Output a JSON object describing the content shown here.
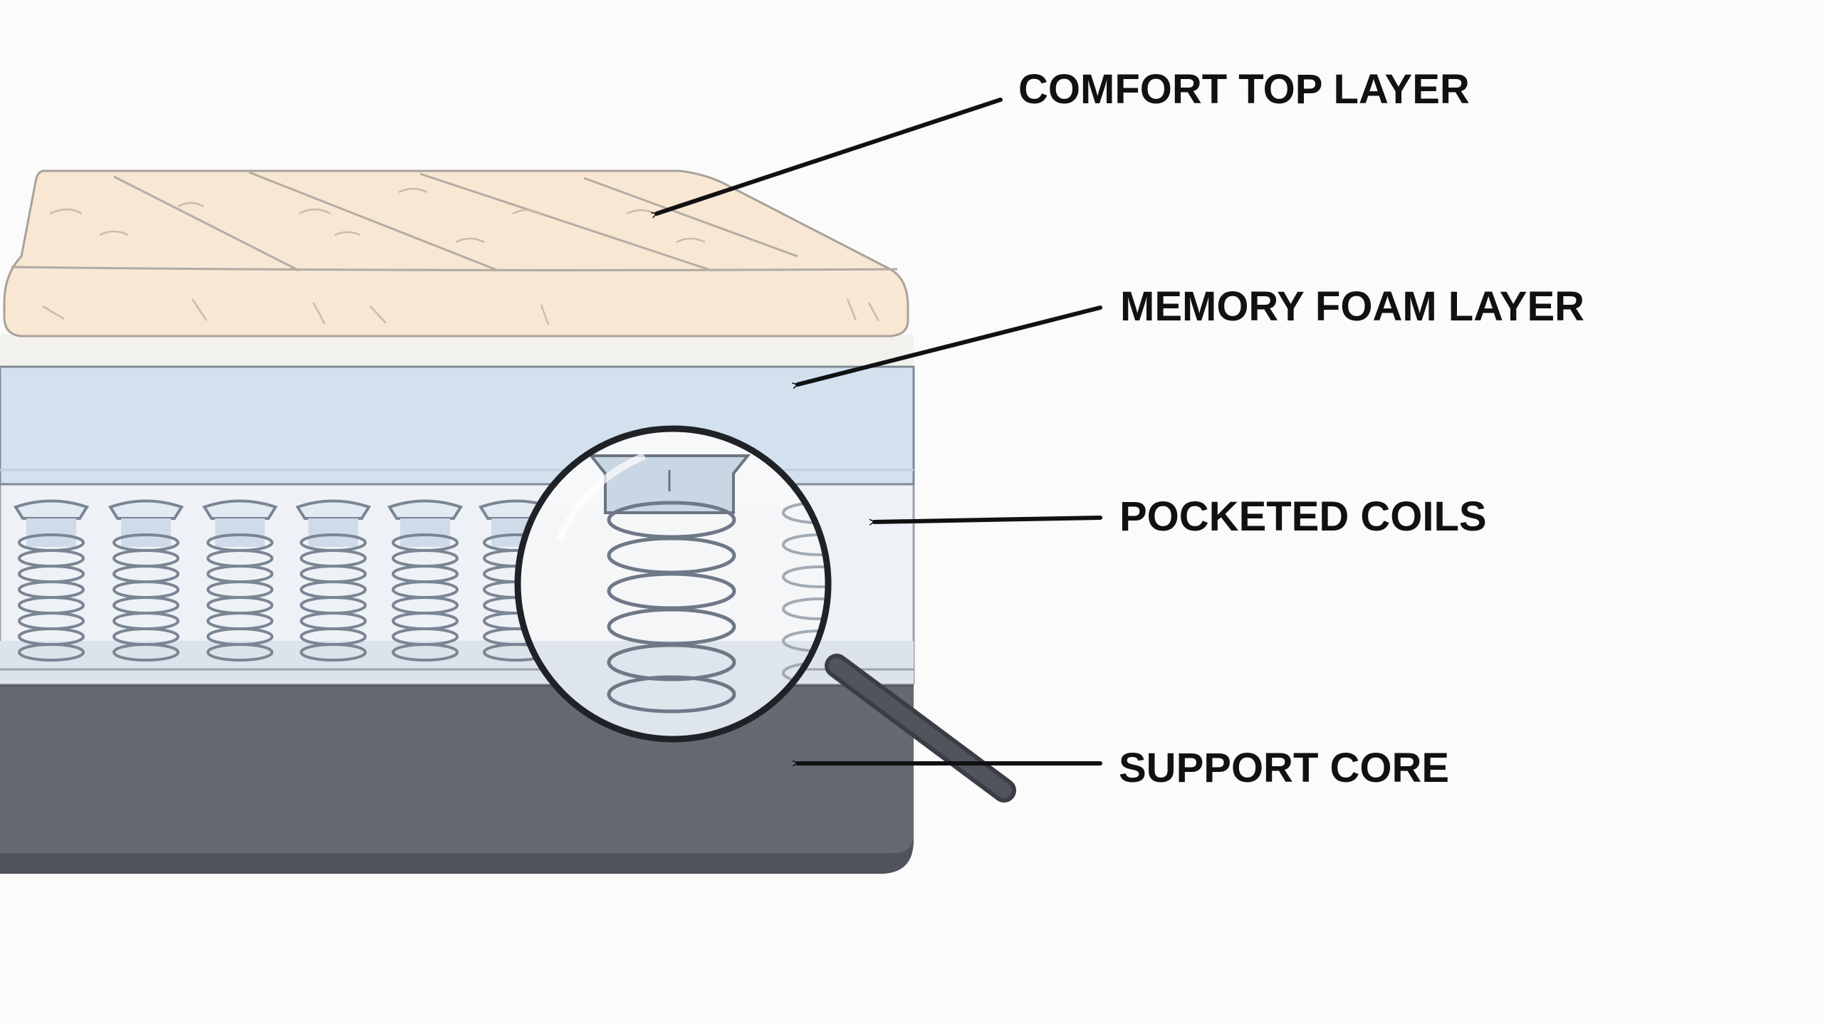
{
  "labels": {
    "comfort_top": "COMFORT TOP LAYER",
    "memory_foam": "MEMORY FOAM LAYER",
    "pocketed_coils": "POCKETED COILS",
    "support_core": "SUPPORT CORE"
  },
  "colors": {
    "background": "#fbfbfb",
    "comfort_layer": "#f8e7d2",
    "memory_foam_layer": "#d3e0ed",
    "coil_band": "#eef2f6",
    "coil_stroke": "#7a8594",
    "support_core": "#656972",
    "support_core_base": "#4f535b",
    "outline": "#8d8d8d",
    "text": "#111111",
    "magnifier_handle": "#3a3d44"
  },
  "icons": {
    "magnifier": "magnifying-glass-icon"
  }
}
